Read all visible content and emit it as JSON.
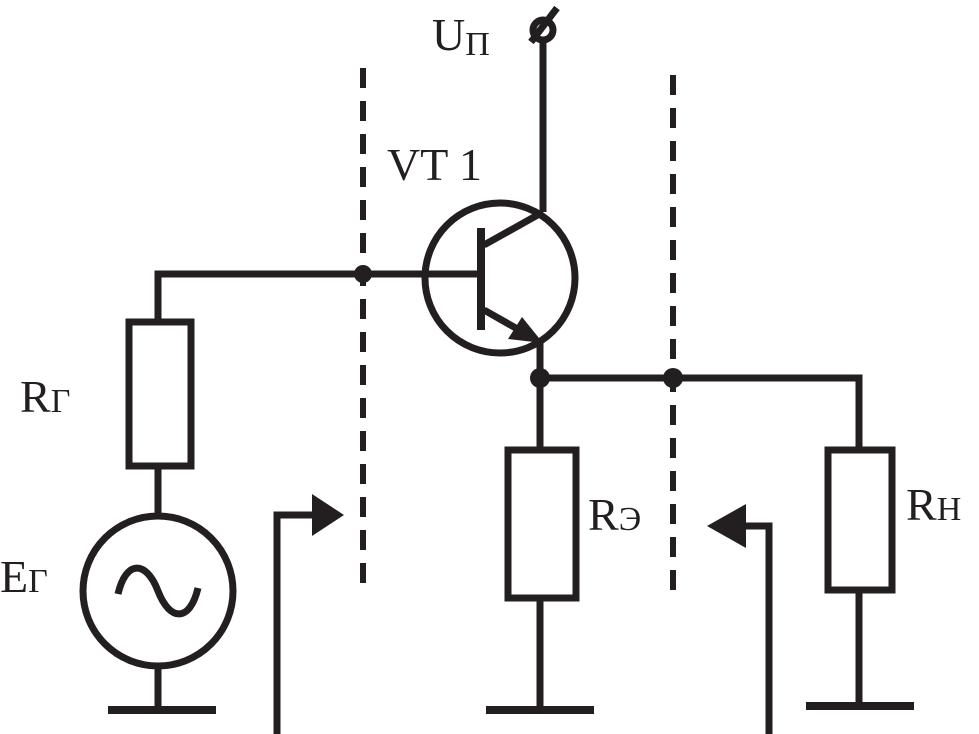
{
  "labels": {
    "supply": {
      "main": "U",
      "sub": "П"
    },
    "transistor": "VT 1",
    "generator_resistor": {
      "main": "R",
      "sub": "Г"
    },
    "generator_source": {
      "main": "E",
      "sub": "Г"
    },
    "emitter_resistor": {
      "main": "R",
      "sub": "Э"
    },
    "load_resistor": {
      "main": "R",
      "sub": "Н"
    }
  },
  "colors": {
    "ink": "#231f20",
    "background": "#ffffff"
  }
}
